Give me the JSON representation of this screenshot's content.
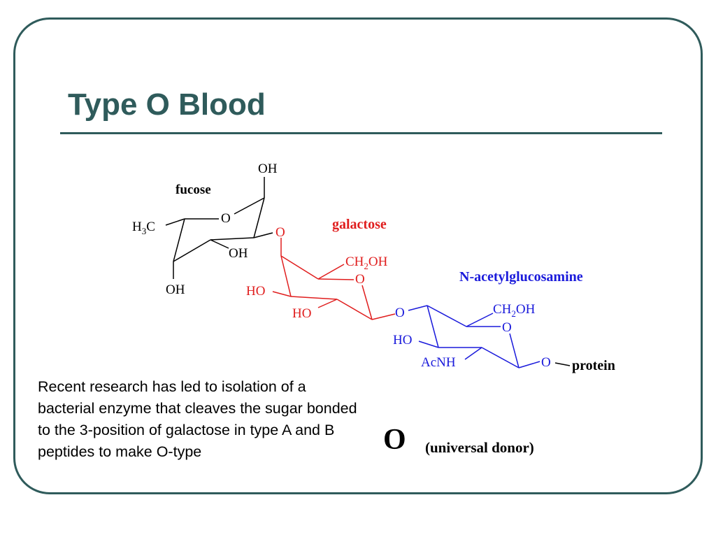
{
  "slide": {
    "title": "Type O Blood",
    "paragraph": "Recent research has led to isolation of a bacterial enzyme that cleaves the sugar bonded to the 3-position of galactose in type A and B peptides to make O-type",
    "big_label": "O",
    "subtitle": "(universal donor)"
  },
  "diagram": {
    "fucose": {
      "name": "fucose",
      "oh_top": "OH",
      "ring_o": "O",
      "oh_mid": "OH",
      "oh_bottom": "OH",
      "methyl": "H",
      "methyl_sub": "3",
      "methyl_tail": "C"
    },
    "galactose": {
      "name": "galactose",
      "link_o": "O",
      "ch2oh_a": "CH",
      "ch2oh_sub": "2",
      "ch2oh_b": "OH",
      "ring_o": "O",
      "ho_1": "HO",
      "ho_2": "HO"
    },
    "nag": {
      "name": "N-acetylglucosamine",
      "link_o": "O",
      "ch2oh_a": "CH",
      "ch2oh_sub": "2",
      "ch2oh_b": "OH",
      "ring_o": "O",
      "ho": "HO",
      "acnh": "AcNH",
      "link_o2": "O",
      "protein": "protein"
    }
  },
  "colors": {
    "theme": "#2f5b5b",
    "fucose": "#000000",
    "galactose": "#e01e1e",
    "nag": "#1a1adb"
  }
}
